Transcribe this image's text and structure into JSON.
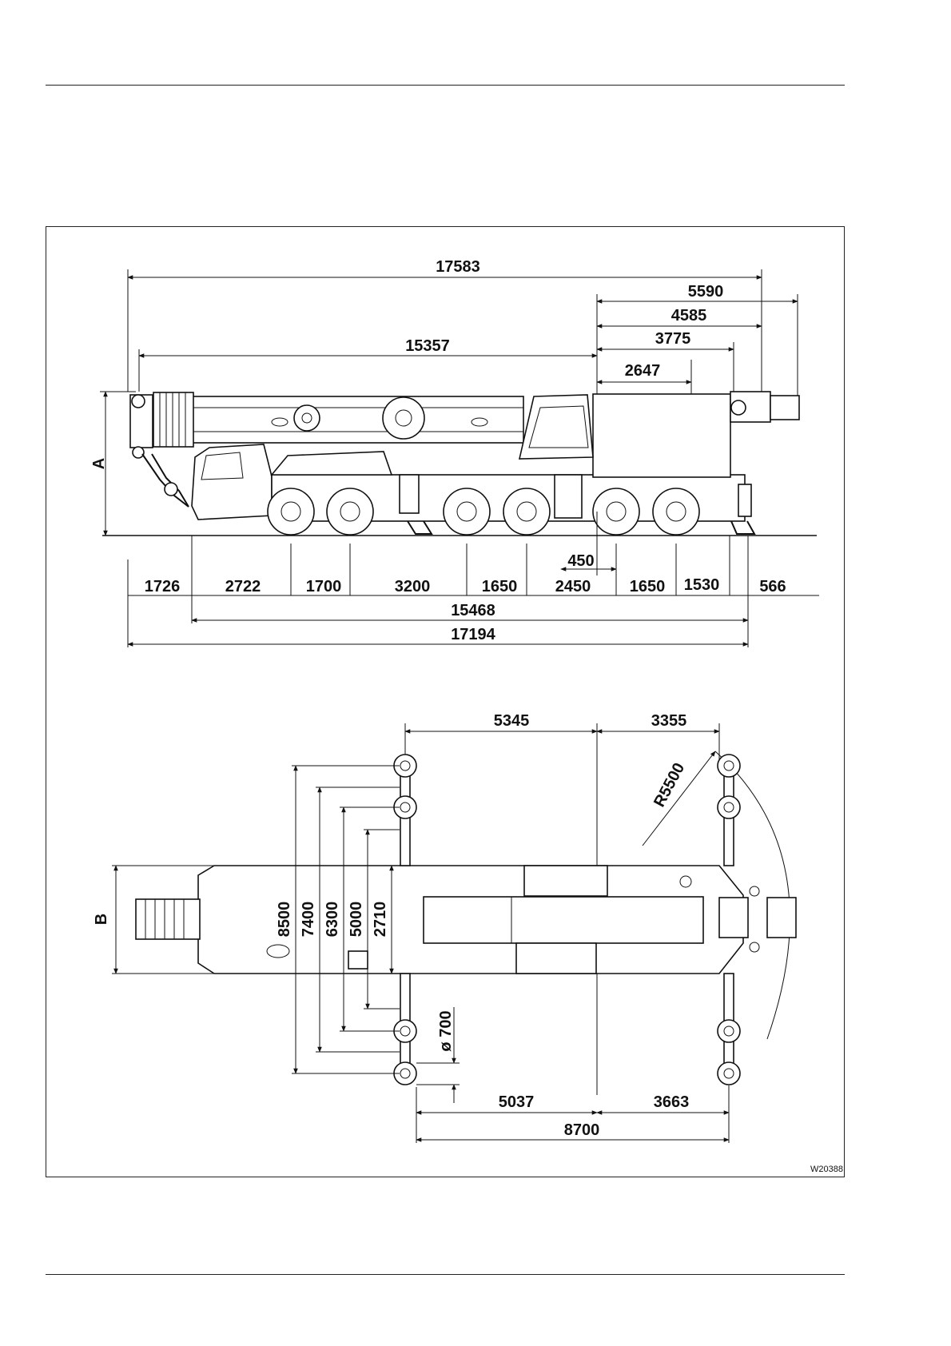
{
  "labels": {
    "height_label": "A",
    "width_label": "B",
    "drawing_ref": "W20388"
  },
  "side_view": {
    "total_length_boom": "17583",
    "boom_overhang_1": "5590",
    "boom_overhang_2": "4585",
    "boom_overhang_3": "3775",
    "boom_overhang_4": "2647",
    "boom_length": "15357",
    "pivot_offset": "450",
    "axle_spacing": [
      "1726",
      "2722",
      "1700",
      "3200",
      "1650",
      "2450",
      "1650",
      "1530",
      "566"
    ],
    "chassis_length": "15468",
    "total_length": "17194"
  },
  "top_view": {
    "outrigger_front": "5345",
    "outrigger_rear": "3355",
    "swing_radius": "R5500",
    "outrigger_widths": [
      "8500",
      "7400",
      "6300",
      "5000",
      "2710"
    ],
    "pad_diameter": "ø 700",
    "base_front": "5037",
    "base_rear": "3663",
    "base_total": "8700"
  }
}
